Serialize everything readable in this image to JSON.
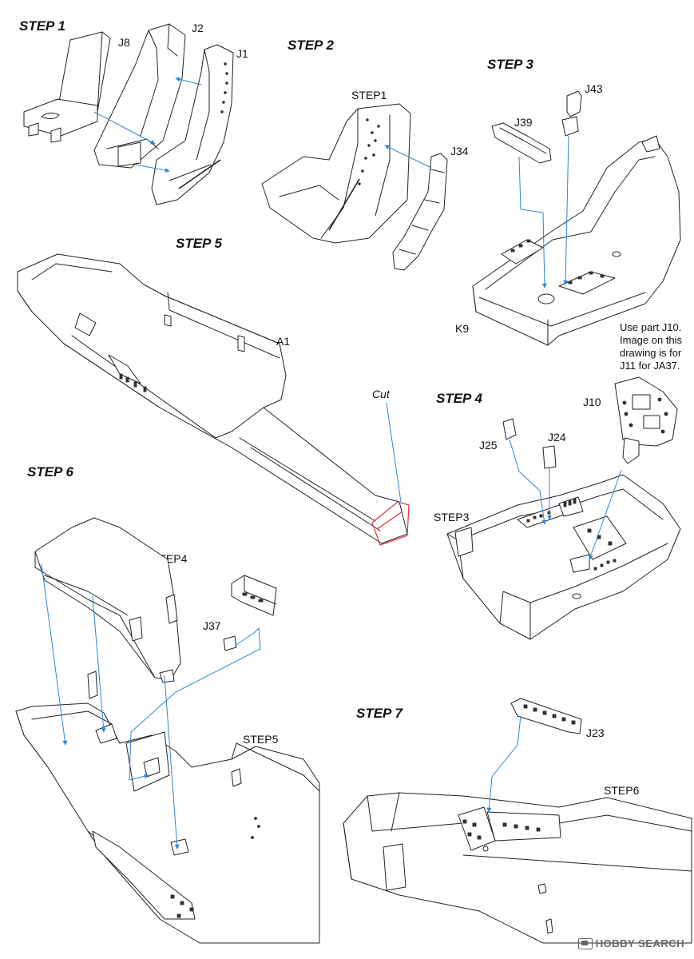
{
  "steps": {
    "s1": "STEP 1",
    "s2": "STEP 2",
    "s3": "STEP 3",
    "s4": "STEP 4",
    "s5": "STEP 5",
    "s6": "STEP 6",
    "s7": "STEP 7"
  },
  "parts": {
    "j8": "J8",
    "j2": "J2",
    "j1": "J1",
    "step1_ref": "STEP1",
    "j34": "J34",
    "j43": "J43",
    "j39": "J39",
    "k9": "K9",
    "a1": "A1",
    "cut": "Cut",
    "j10": "J10",
    "j24": "J24",
    "j25": "J25",
    "step3_ref": "STEP3",
    "step4_ref": "STEP4",
    "j37": "J37",
    "step5_ref": "STEP5",
    "j23": "J23",
    "step6_ref": "STEP6"
  },
  "note": {
    "line1": "Use part J10.",
    "line2": "Image on this",
    "line3": "drawing is for",
    "line4": "J11 for JA37."
  },
  "watermark": "HOBBY SEARCH",
  "colors": {
    "guide_line": "#2d86d6",
    "cut_mark": "#d9323a",
    "line_art": "#222222"
  }
}
